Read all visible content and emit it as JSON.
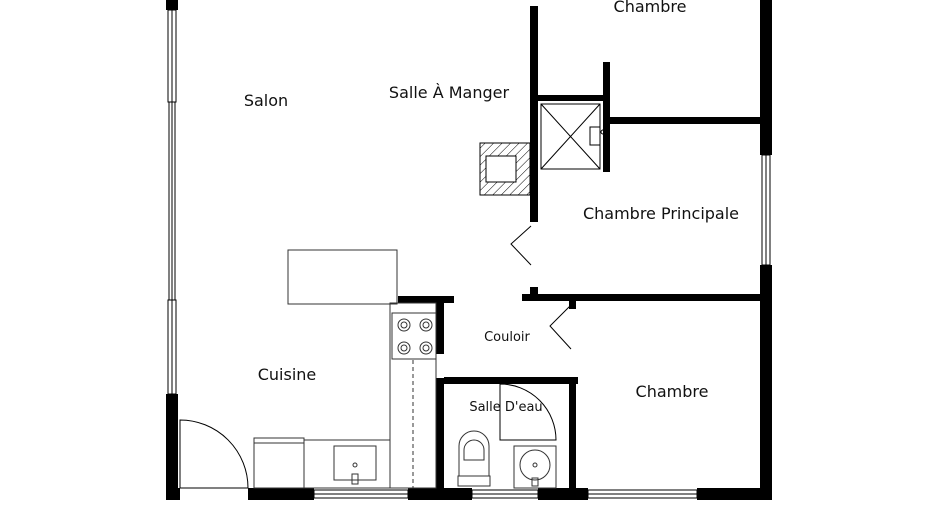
{
  "rooms": {
    "chambre_top": "Chambre",
    "salon": "Salon",
    "salle_a_manger": "Salle À Manger",
    "chambre_principale": "Chambre Principale",
    "couloir": "Couloir",
    "cuisine": "Cuisine",
    "chambre_bottom": "Chambre",
    "salle_deau": "Salle D'eau"
  },
  "colors": {
    "wall": "#000000",
    "fixture": "#333333",
    "background": "#ffffff"
  }
}
